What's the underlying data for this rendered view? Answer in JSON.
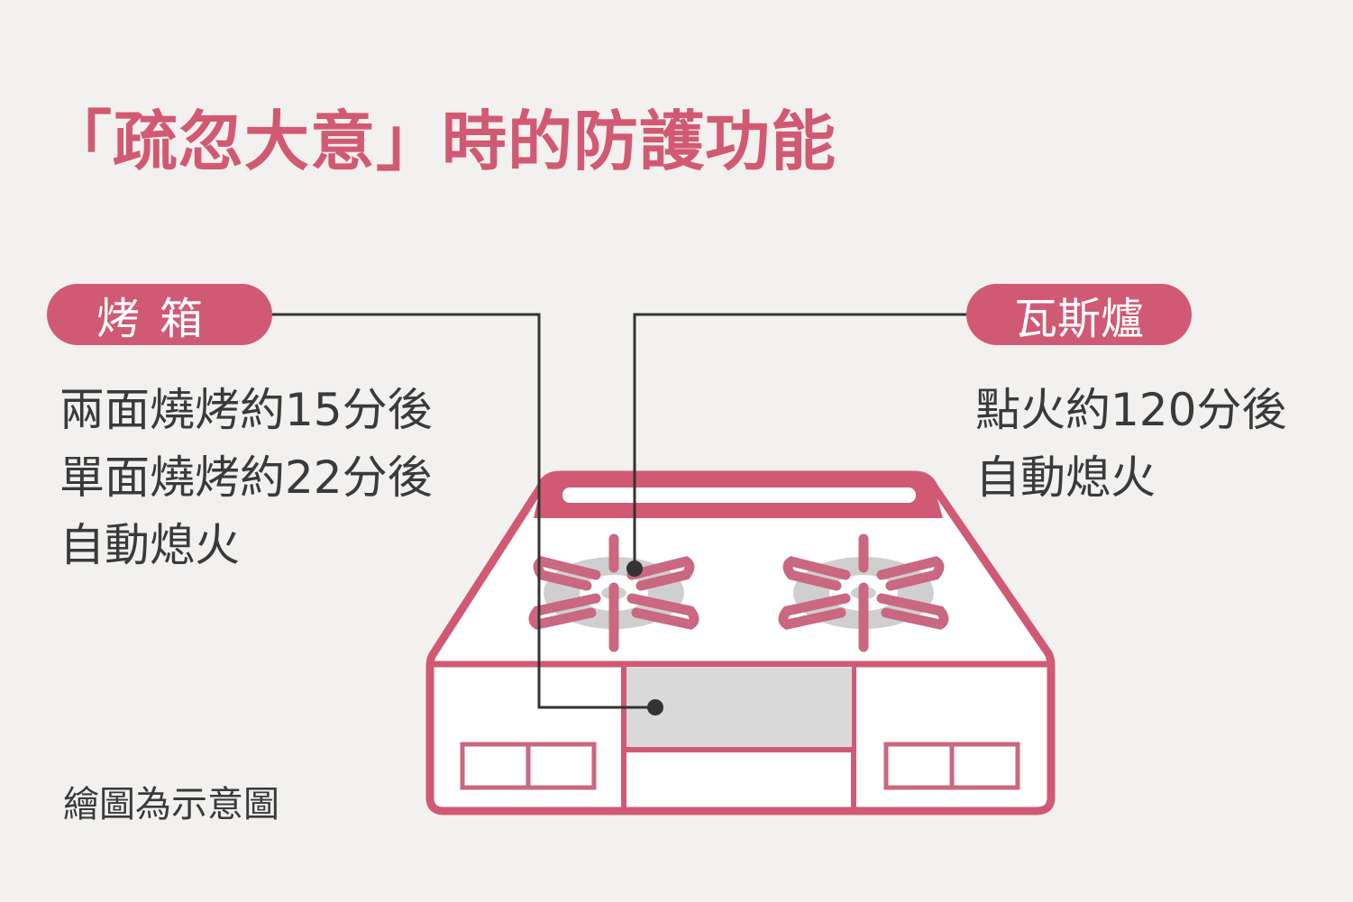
{
  "title": "「疏忽大意」時的防護功能",
  "oven": {
    "label": "烤箱",
    "lines": [
      "兩面燒烤約15分後",
      "單面燒烤約22分後",
      "自動熄火"
    ]
  },
  "gas_stove": {
    "label": "瓦斯爐",
    "lines": [
      "點火約120分後",
      "自動熄火"
    ]
  },
  "note": "繪圖為示意圖",
  "colors": {
    "accent": "#d05a74",
    "text": "#3a3a3a",
    "background": "#f2f1ef",
    "panel": "#d9d9d9"
  }
}
